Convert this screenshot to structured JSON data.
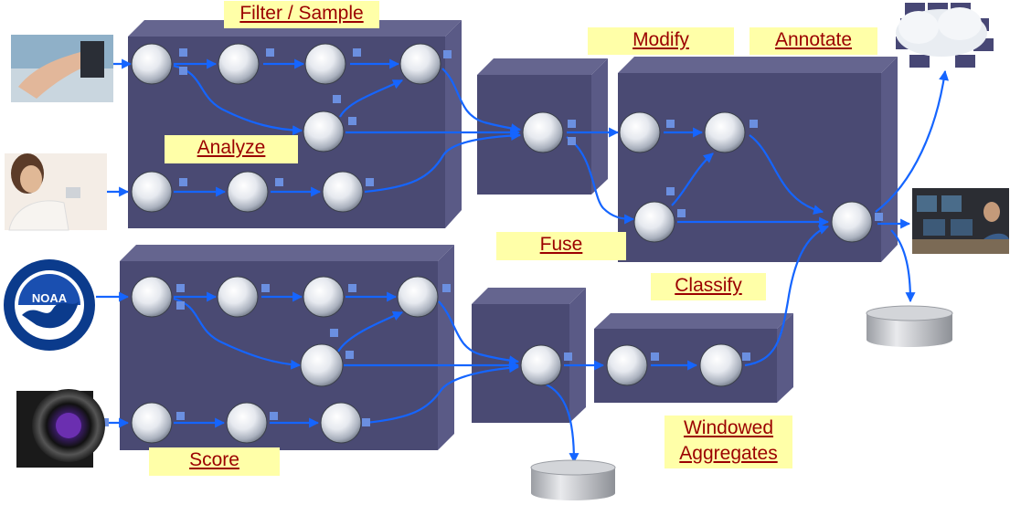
{
  "diagram": {
    "labels": {
      "filter_sample": "Filter / Sample",
      "analyze": "Analyze",
      "modify": "Modify",
      "annotate": "Annotate",
      "fuse": "Fuse",
      "classify": "Classify",
      "score": "Score",
      "windowed_line1": "Windowed",
      "windowed_line2": "Aggregates"
    },
    "sources": [
      "hand-gesture-photo",
      "phone-user-photo",
      "noaa-seal",
      "camera-lens"
    ],
    "sinks": [
      "cloud",
      "control-room-operator",
      "database-cylinder",
      "database-cylinder"
    ],
    "colors": {
      "box_front": "#4a4a73",
      "box_side": "#5a5a86",
      "box_top": "#65658f",
      "arrow": "#1565ff",
      "port": "#6b8fe0",
      "label_bg": "#ffffa8",
      "label_text": "#9b0000"
    }
  }
}
